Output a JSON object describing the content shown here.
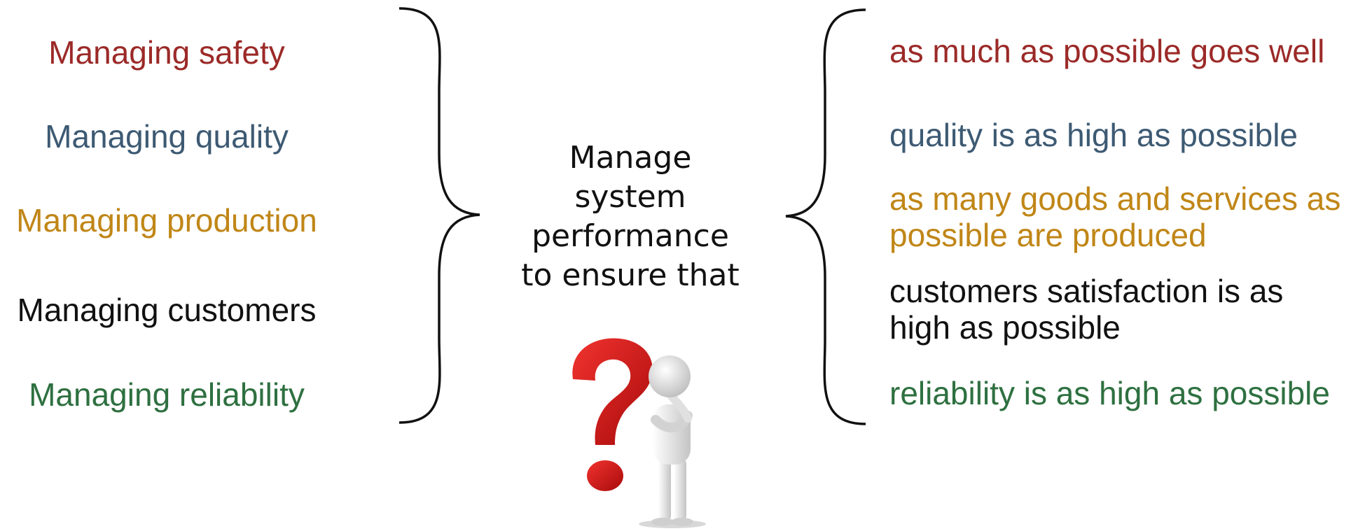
{
  "left_items": [
    {
      "text": "Managing safety",
      "color": "#9b2a28"
    },
    {
      "text": "Managing quality",
      "color": "#3d5a73"
    },
    {
      "text": "Managing production",
      "color": "#c08617"
    },
    {
      "text": "Managing customers",
      "color": "#111111"
    },
    {
      "text": "Managing reliability",
      "color": "#2e7040"
    }
  ],
  "center": {
    "text": "Manage\nsystem\nperformance\nto ensure that"
  },
  "right_items": [
    {
      "text": "as much as possible goes well",
      "color": "#9b2a28"
    },
    {
      "text": "quality is as high as possible",
      "color": "#3d5a73"
    },
    {
      "text": "as many goods and services as\npossible are produced",
      "color": "#c08617"
    },
    {
      "text": "customers satisfaction is as\nhigh as possible",
      "color": "#111111"
    },
    {
      "text": "reliability is as high as possible",
      "color": "#2e7040"
    }
  ],
  "illustration": {
    "icon": "thinking-person-question-mark-icon",
    "question_color": "#cc1111",
    "figure_color": "#e8e8e8"
  }
}
